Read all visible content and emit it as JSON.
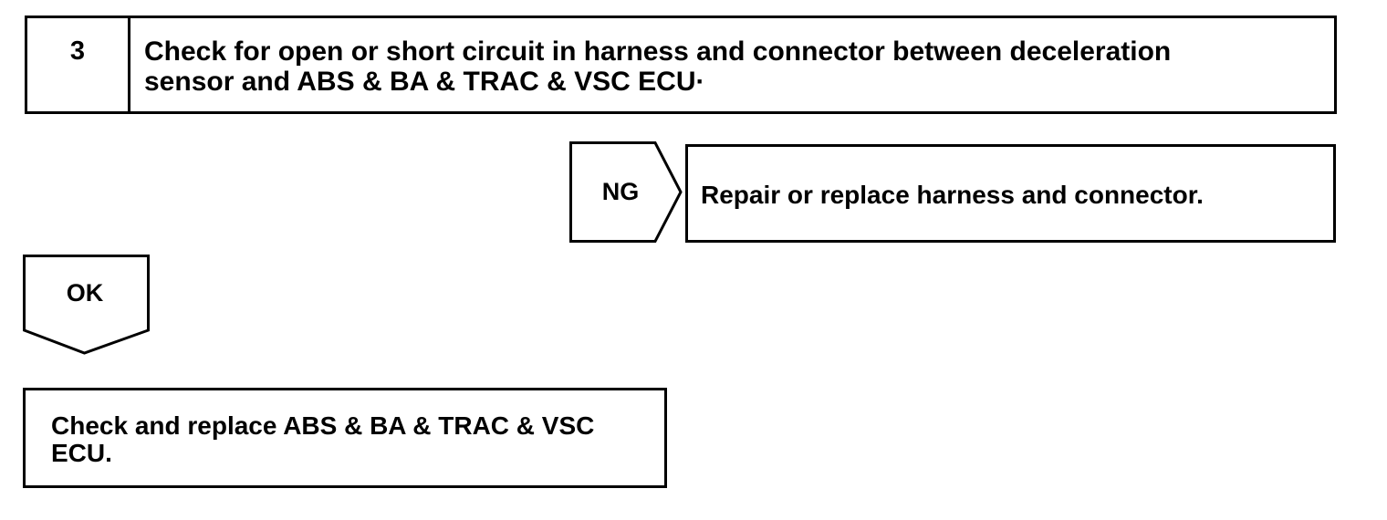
{
  "step": {
    "number": "3",
    "title": "Check for open or short circuit in harness and connector between deceleration\nsensor and ABS & BA & TRAC & VSC ECU·"
  },
  "ng_branch": {
    "label": "NG",
    "action": "Repair or replace harness and connector."
  },
  "ok_branch": {
    "label": "OK",
    "action": "Check and replace ABS & BA & TRAC & VSC\nECU."
  }
}
